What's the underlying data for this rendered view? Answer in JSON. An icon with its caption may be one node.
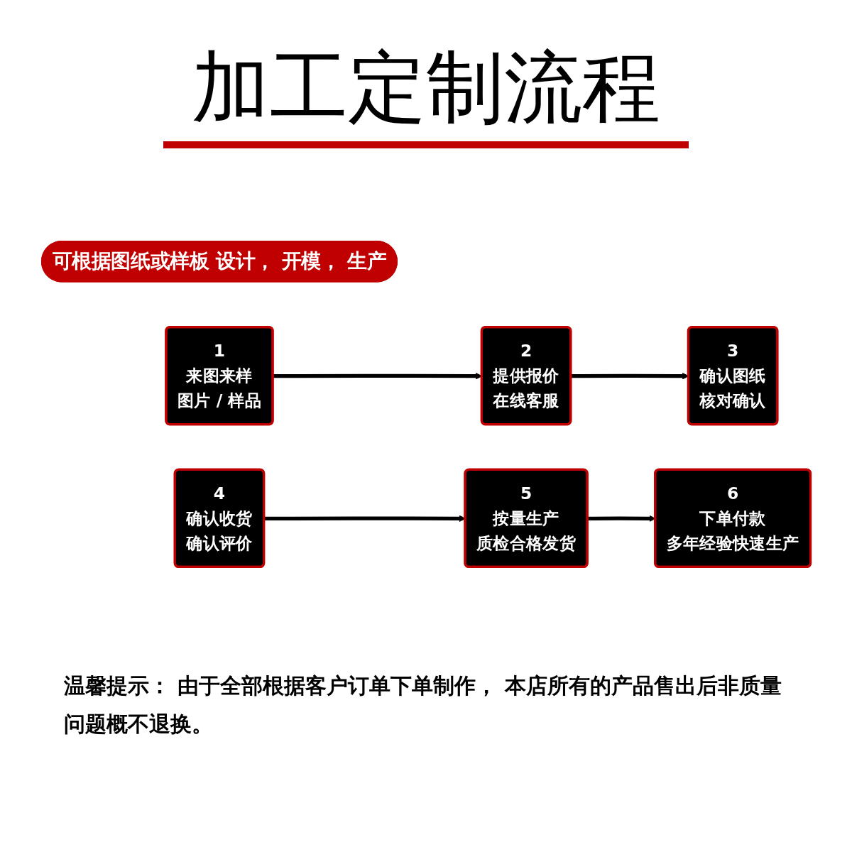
{
  "diagram": {
    "title": "加工定制流程",
    "nodes": [
      {
        "text": [
          "可根据图纸或样板 设计， 开模， 生产"
        ]
      },
      {
        "text": [
          "1",
          "来图来样",
          "图片 / 样品"
        ]
      },
      {
        "text": [
          "2",
          "提供报价",
          "在线客服"
        ]
      },
      {
        "text": [
          "3",
          "确认图纸",
          "核对确认"
        ]
      },
      {
        "text": [
          "4",
          "确认收货",
          "确认评价"
        ]
      },
      {
        "text": [
          "5",
          "按量生产",
          "质检合格发货"
        ]
      },
      {
        "text": [
          "6",
          "下单付款",
          "多年经验快速生产"
        ]
      }
    ],
    "edges": [
      {
        "from": 1,
        "to": 2,
        "arrow": "to"
      },
      {
        "from": 2,
        "to": 3,
        "arrow": "to"
      },
      {
        "from": 4,
        "to": 5,
        "arrow": "to"
      },
      {
        "from": 5,
        "to": 6,
        "arrow": "to"
      }
    ],
    "labels": [
      "温馨提示： 由于全部根据客户订单下单制作， 本店所有的产品售出后非质量问题概不退换。"
    ]
  }
}
